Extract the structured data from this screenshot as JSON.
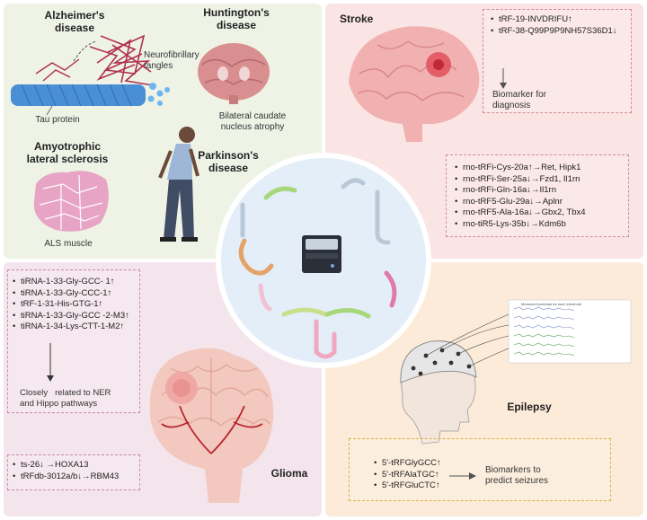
{
  "alzheimers": {
    "title": "Alzheimer's\ndisease",
    "tangles_label": "Neurofibrillary\ntangles",
    "tau_label": "Tau protein"
  },
  "huntingtons": {
    "title": "Huntington's\ndisease",
    "caudate_label": "Bilateral caudate\nnucleus atrophy"
  },
  "als": {
    "title": "Amyotrophic\nlateral sclerosis",
    "muscle_label": "ALS muscle"
  },
  "parkinsons": {
    "title": "Parkinson's\ndisease"
  },
  "stroke": {
    "title": "Stroke",
    "biomarkers": [
      "tRF-19-INVDRIFU↑",
      "tRF-38-Q99P9P9NH57S36D1↓"
    ],
    "biomarker_note": "Biomarker for\ndiagnosis",
    "targets": [
      "rno-tRFi-Cys-20a↑→Ret, Hipk1",
      "rno-tRFi-Ser-25a↓→Fzd1, Il1rn",
      "rno-tRFi-Gln-16a↓→Il1rn",
      "rno-tRF5-Glu-29a↓→Aplnr",
      "rno-tRF5-Ala-16a↓→Gbx2, Tbx4",
      "rno-tiR5-Lys-35b↓→Kdm6b"
    ]
  },
  "glioma": {
    "title": "Glioma",
    "fragments": [
      "tiRNA-1-33-Gly-GCC- 1↑",
      "tiRNA-1-33-Gly-CCC-1↑",
      "tRF-1-31-His-GTG-1↑",
      "tiRNA-1-33-Gly-GCC -2-M3↑",
      "tiRNA-1-34-Lys-CTT-1-M2↑"
    ],
    "pathway_note": "Closely   related to NER\nand Hippo pathways",
    "targets": [
      "ts-26↓ →HOXA13",
      "tRFdb-3012a/b↓→RBM43"
    ]
  },
  "epilepsy": {
    "title": "Epilepsy",
    "eeg_header": "Measured potential for each electrode",
    "fragments": [
      "5'-tRFGlyGCC↑",
      "5'-tRFAlaTGC↑",
      "5'-tRFGluCTC↑"
    ],
    "note": "Biomarkers to\npredict seizures"
  },
  "colors": {
    "neuro_bg": "#eef3e6",
    "stroke_bg": "#fbe4e4",
    "glioma_bg": "#f4e4ec",
    "epilepsy_bg": "#fcebd9",
    "center_circle": "#e3eef8",
    "dash_pink": "#c98aa6",
    "dash_gold": "#e0b13a"
  }
}
